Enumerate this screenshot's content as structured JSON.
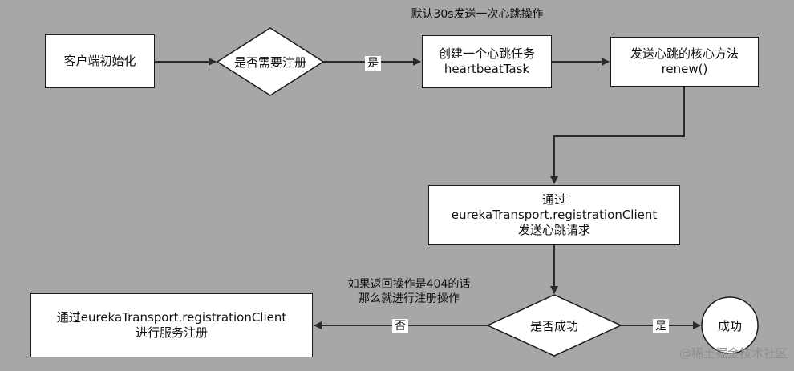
{
  "nodes": {
    "client_init": "客户端初始化",
    "need_register": "是否需要注册",
    "create_task": [
      "创建一个心跳任务",
      "heartbeatTask"
    ],
    "renew": [
      "发送心跳的核心方法",
      "renew()"
    ],
    "send_request": [
      "通过",
      "eurekaTransport.registrationClient",
      "发送心跳请求"
    ],
    "success_check": "是否成功",
    "success": "成功",
    "register": [
      "通过eurekaTransport.registrationClient",
      "进行服务注册"
    ]
  },
  "edge_labels": {
    "yes_top": "是",
    "yes_bottom": "是",
    "no_bottom": "否"
  },
  "notes": {
    "interval": "默认30s发送一次心跳操作",
    "if_404": [
      "如果返回操作是404的话",
      "那么就进行注册操作"
    ]
  },
  "watermark": "@稀土掘金技术社区"
}
